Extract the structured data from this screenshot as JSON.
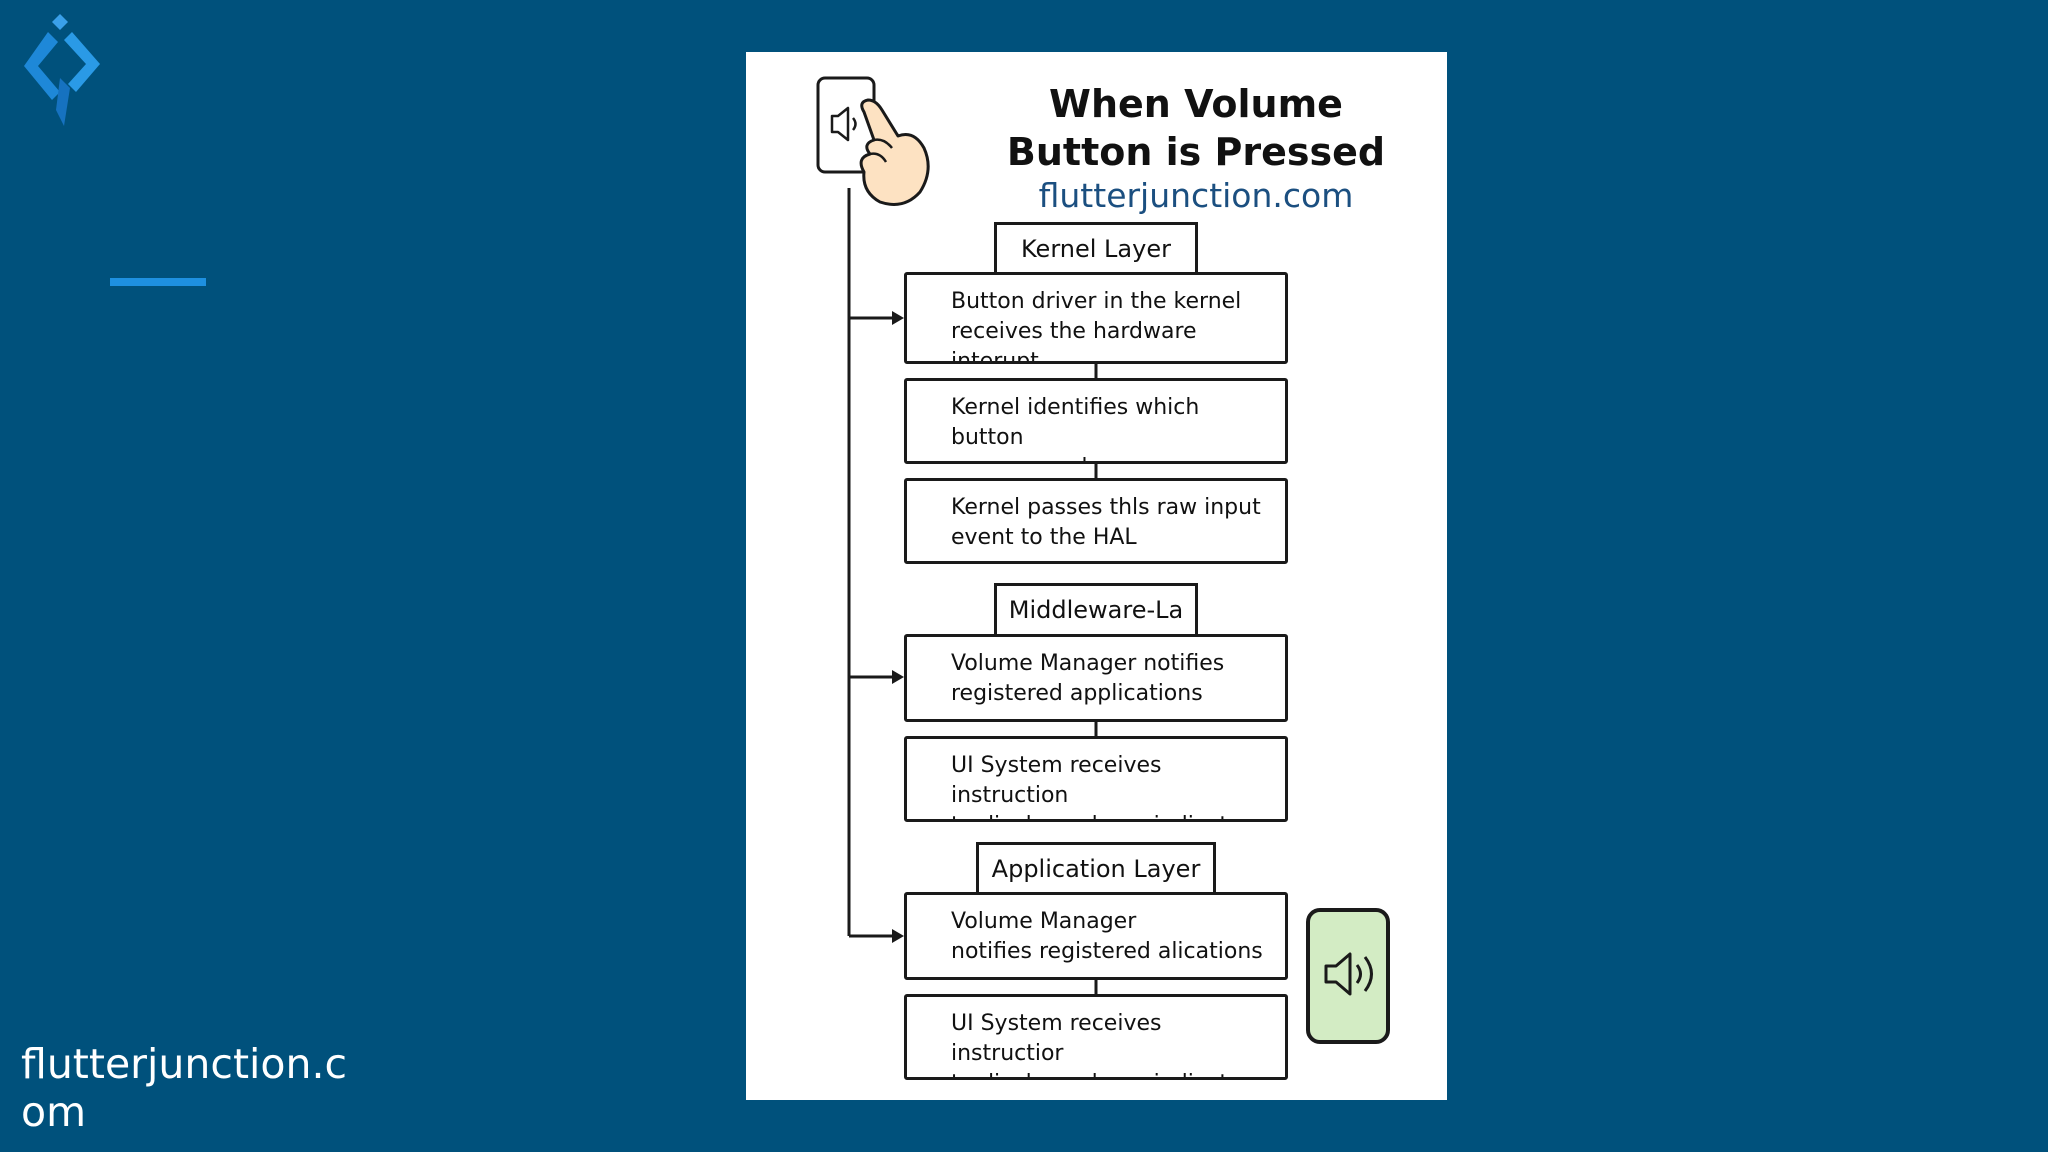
{
  "footer": {
    "brand": "flutterjunction.com"
  },
  "diagram": {
    "title": "When Volume Button is Pressed",
    "subtitle": "flutterjunction.com",
    "sections": [
      {
        "label": "Kernel Layer",
        "steps": [
          "Button driver in the kernel\nreceives the hardware interupt",
          "Kernel identifies which button\nwas pressed",
          "Kernel passes thls raw input\nevent to the HAL"
        ]
      },
      {
        "label": "Middleware-La",
        "steps": [
          "Volume Manager notifies\nregistered applications",
          "UI System receives instruction\nto display volume indicator"
        ]
      },
      {
        "label": "Application Layer",
        "steps": [
          "Volume Manager\nnotifies registered alications",
          "UI System receives instructior\nto display volume indicator"
        ]
      }
    ]
  },
  "icons": {
    "top": "phone-speaker-tap-icon",
    "bottom": "phone-volume-icon",
    "logo": "flutterjunction-logo-icon"
  },
  "colors": {
    "background": "#00517c",
    "accent": "#1e90e0",
    "subtitle": "#1b4f80",
    "phone_green": "#d3ecc4",
    "hand": "#fde2c2"
  }
}
